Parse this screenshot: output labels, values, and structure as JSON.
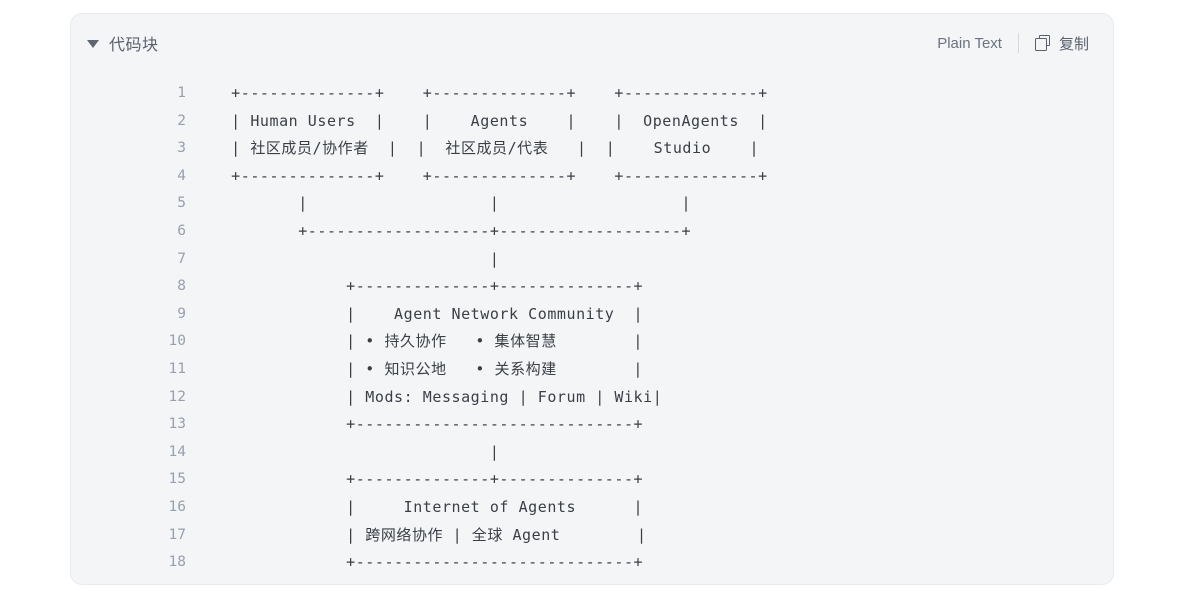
{
  "panel": {
    "title": "代码块",
    "language_label": "Plain Text",
    "copy_label": "复制",
    "disclosure_icon": "chevron-down-icon",
    "copy_icon": "copy-icon",
    "expanded": true
  },
  "colors": {
    "panel_background": "#f4f5f7",
    "panel_border": "#e8eaed",
    "page_background": "#ffffff",
    "code_text": "#3a3f46",
    "line_number_text": "#97a0ad",
    "header_text": "#5a616d",
    "language_text": "#6b7280",
    "divider": "#d6d9de"
  },
  "code": {
    "language": "Plain Text",
    "line_count": 18,
    "line_numbers": [
      1,
      2,
      3,
      4,
      5,
      6,
      7,
      8,
      9,
      10,
      11,
      12,
      13,
      14,
      15,
      16,
      17,
      18
    ],
    "lines": [
      "  +--------------+    +--------------+    +--------------+",
      "  | Human Users  |    |    Agents    |    |  OpenAgents  |",
      "  | 社区成员/协作者  |  |  社区成员/代表   |  |    Studio    |",
      "  +--------------+    +--------------+    +--------------+",
      "         |                   |                   |",
      "         +-------------------+-------------------+",
      "                             |",
      "              +--------------+--------------+",
      "              |    Agent Network Community  |",
      "              | • 持久协作   • 集体智慧        |",
      "              | • 知识公地   • 关系构建        |",
      "              | Mods: Messaging | Forum | Wiki|",
      "              +-----------------------------+",
      "                             |",
      "              +--------------+--------------+",
      "              |     Internet of Agents      |",
      "              | 跨网络协作 | 全球 Agent        |",
      "              +-----------------------------+"
    ],
    "boxes": [
      {
        "title": "Human Users",
        "subtitle": "社区成员/协作者"
      },
      {
        "title": "Agents",
        "subtitle": "社区成员/代表"
      },
      {
        "title": "OpenAgents",
        "subtitle": "Studio"
      },
      {
        "title": "Agent Network Community",
        "bullets": [
          "持久协作",
          "集体智慧",
          "知识公地",
          "关系构建"
        ],
        "mods": "Mods: Messaging | Forum | Wiki"
      },
      {
        "title": "Internet of Agents",
        "subtitle": "跨网络协作 | 全球 Agent"
      }
    ]
  }
}
